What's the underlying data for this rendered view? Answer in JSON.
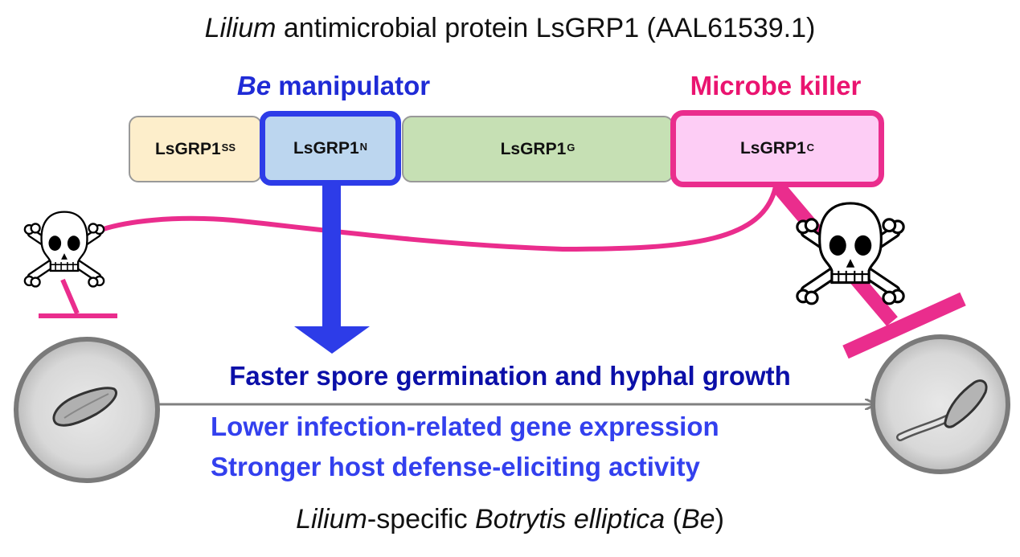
{
  "title": {
    "italic": "Lilium",
    "rest": " antimicrobial protein LsGRP1 (AAL61539.1)"
  },
  "manipulator_label": {
    "italic": "Be",
    "rest": " manipulator"
  },
  "killer_label": "Microbe killer",
  "segments": {
    "ss": {
      "base": "LsGRP1",
      "sup": "SS"
    },
    "n": {
      "base": "LsGRP1",
      "sup": "N"
    },
    "g": {
      "base": "LsGRP1",
      "sup": "G"
    },
    "c": {
      "base": "LsGRP1",
      "sup": "C"
    }
  },
  "effects": [
    "Faster spore germination and hyphal growth",
    "Lower infection-related gene expression",
    "Stronger host defense-eliciting activity"
  ],
  "organism": {
    "italic1": "Lilium",
    "mid": "-specific ",
    "italic2": "Botrytis elliptica",
    "open": " (",
    "italic3": "Be",
    "close": ")"
  },
  "colors": {
    "manipulator": "#1f2bd6",
    "killer": "#ea1470",
    "effect_dark": "#0b0fa8",
    "effect_light": "#3340ee"
  }
}
